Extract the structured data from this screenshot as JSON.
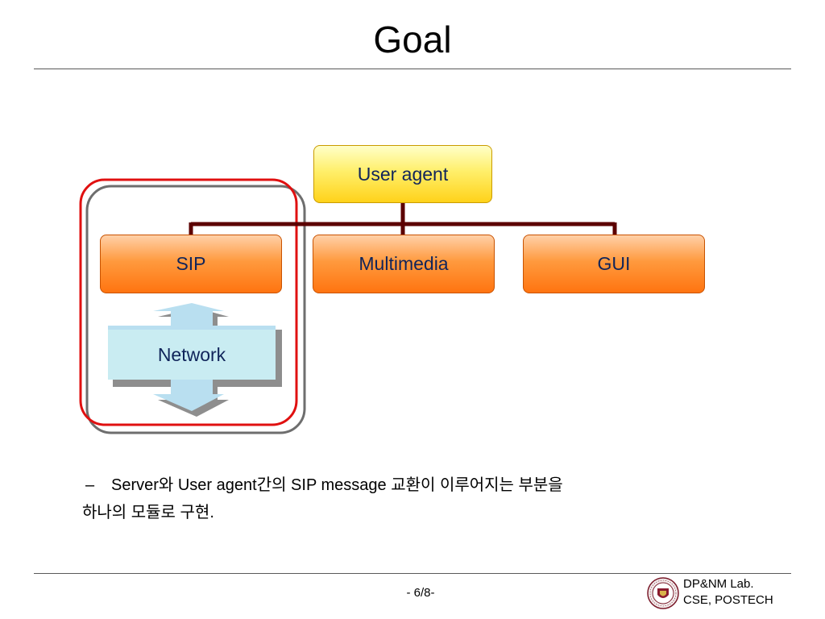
{
  "slide": {
    "title": "Goal",
    "page_number": "- 6/8-"
  },
  "diagram": {
    "root": "User agent",
    "children": [
      "SIP",
      "Multimedia",
      "GUI"
    ],
    "network": "Network"
  },
  "body": {
    "bullet": "–",
    "line1": "Server와 User agent간의 SIP message 교환이 이루어지는 부분을",
    "line2": "하나의 모듈로 구현."
  },
  "footer": {
    "lab_line1": "DP&NM Lab.",
    "lab_line2": "CSE, POSTECH"
  },
  "colors": {
    "connector": "#5c0000",
    "highlight_red": "#e01010",
    "highlight_gray": "#6e6e6e",
    "network_fill": "#c9ecf2",
    "arrow_fill": "#b9dff0"
  }
}
